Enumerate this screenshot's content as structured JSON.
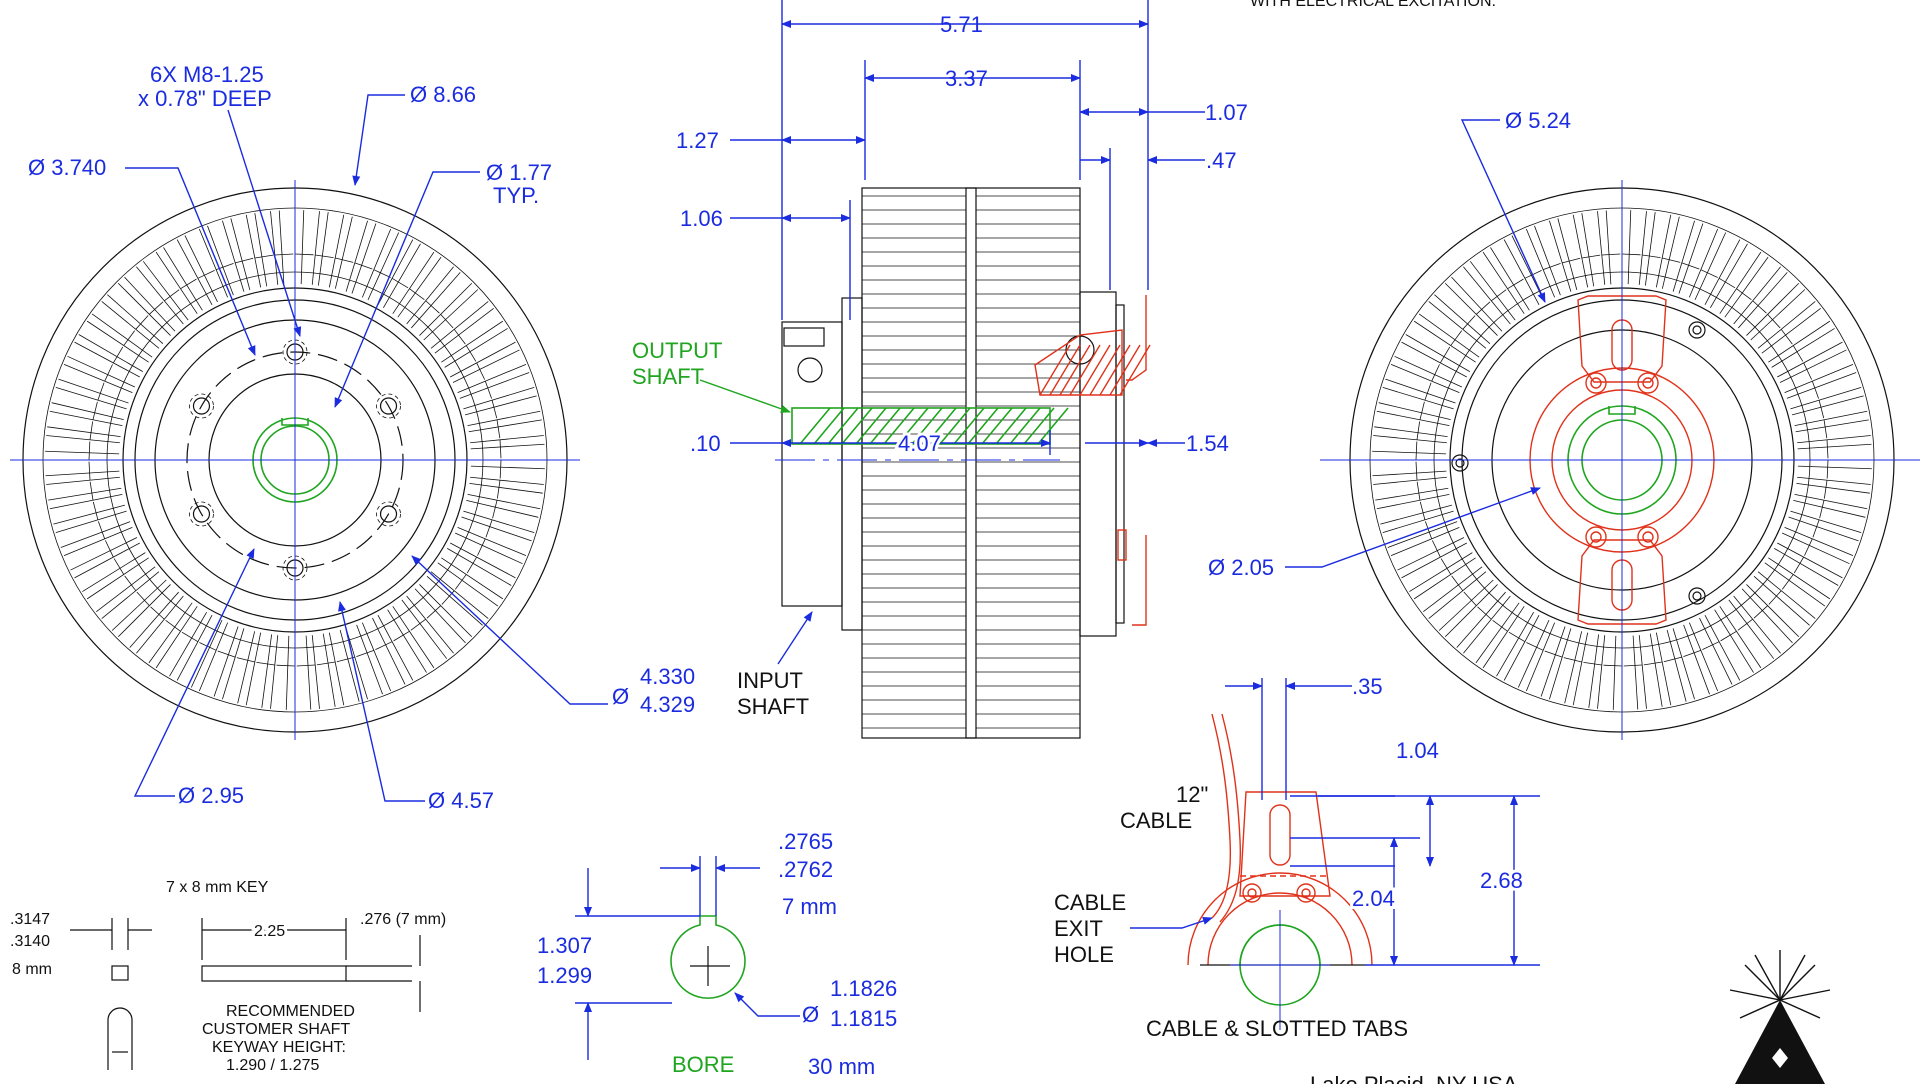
{
  "header_note": "WITH ELECTRICAL EXCITATION.",
  "front_view": {
    "thread_callout_1": "6X  M8-1.25",
    "thread_callout_2": "x 0.78\" DEEP",
    "dia_outer": "Ø 8.66",
    "dia_pilot": "Ø 3.740",
    "dia_hole_1": "Ø 1.77",
    "dia_hole_2": "TYP.",
    "dia_bolt_circle_1": "4.330",
    "dia_bolt_circle_2": "4.329",
    "dia_bolt_circle_sym": "Ø",
    "dia_inner": "Ø 2.95",
    "dia_face": "Ø 4.57"
  },
  "side_view": {
    "len_overall": "5.71",
    "len_body": "3.37",
    "len_flange_1": "1.07",
    "len_flange_2": ".47",
    "len_shaft_1": "1.27",
    "len_shaft_2": "1.06",
    "len_offset": ".10",
    "len_output": "4.07",
    "len_rear": "1.54",
    "output_shaft_1": "OUTPUT",
    "output_shaft_2": "SHAFT",
    "input_shaft_1": "INPUT",
    "input_shaft_2": "SHAFT"
  },
  "rear_view": {
    "dia_outer": "Ø 5.24",
    "dia_center": "Ø 2.05"
  },
  "cable_view": {
    "tab_width": ".35",
    "height_1": "1.04",
    "height_2": "2.04",
    "height_3": "2.68",
    "cable_label_1": "12\"",
    "cable_label_2": "CABLE",
    "exit_label_1": "CABLE",
    "exit_label_2": "EXIT",
    "exit_label_3": "HOLE",
    "title": "CABLE & SLOTTED TABS"
  },
  "key_view": {
    "key_title": "7 x 8 mm KEY",
    "width_1": ".3147",
    "width_2": ".3140",
    "width_3": "8 mm",
    "key_len": "2.25",
    "key_height": ".276 (7 mm)",
    "note_1": "RECOMMENDED",
    "note_2": "CUSTOMER SHAFT",
    "note_3": "KEYWAY HEIGHT:",
    "note_4": "1.290 / 1.275"
  },
  "bore_view": {
    "slot_1": ".2765",
    "slot_2": ".2762",
    "slot_3": "7 mm",
    "height_1": "1.307",
    "height_2": "1.299",
    "dia_sym": "Ø",
    "dia_1": "1.1826",
    "dia_2": "1.1815",
    "dia_3": "30 mm",
    "title": "BORE"
  },
  "footer": {
    "company_line": "Lake Placid, NY USA",
    "logo": "snowflake-mountain-logo"
  }
}
